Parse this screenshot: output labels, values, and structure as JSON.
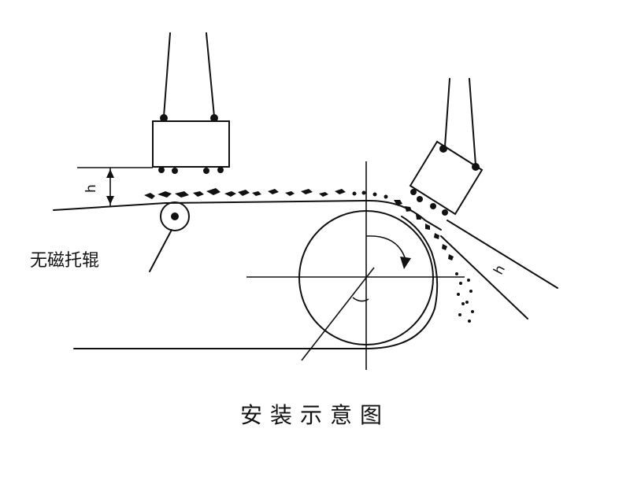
{
  "labels": {
    "idler_roller": "无磁托辊",
    "gap_h": "h",
    "gap_h2": "h"
  },
  "caption": "安装示意图",
  "colors": {
    "ink": "#111111",
    "background": "#ffffff"
  }
}
